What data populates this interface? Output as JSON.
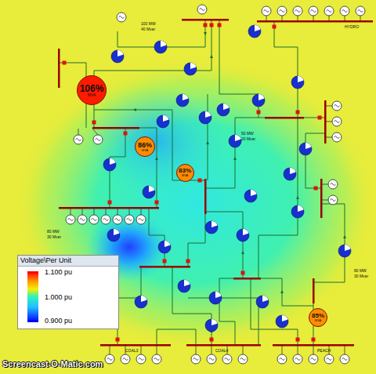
{
  "diagram": {
    "nodes": [
      {
        "text": [
          "106%",
          "MVA"
        ]
      },
      {
        "text": [
          "86%",
          "MVA"
        ]
      },
      {
        "text": [
          "83%",
          "MVA"
        ]
      },
      {
        "text": [
          "85%",
          "MVA"
        ]
      }
    ],
    "labels": [
      "HYDRO",
      "COAL3",
      "COAL4",
      "PEACH",
      "80 MW",
      "30 Mvar",
      "80 MW",
      "30 Mvar",
      "50 MW",
      "20 Mvar",
      "100 MW",
      "40 Mvar",
      "Voltage\\Per Unit",
      "Screencast-O-Matic.com"
    ],
    "legend": [
      {
        "text": "1.100 pu",
        "color": "#ff0000"
      },
      {
        "text": "1.000 pu",
        "color": "#30f0c0"
      },
      {
        "text": "0.900 pu",
        "color": "#0000ff"
      }
    ]
  }
}
